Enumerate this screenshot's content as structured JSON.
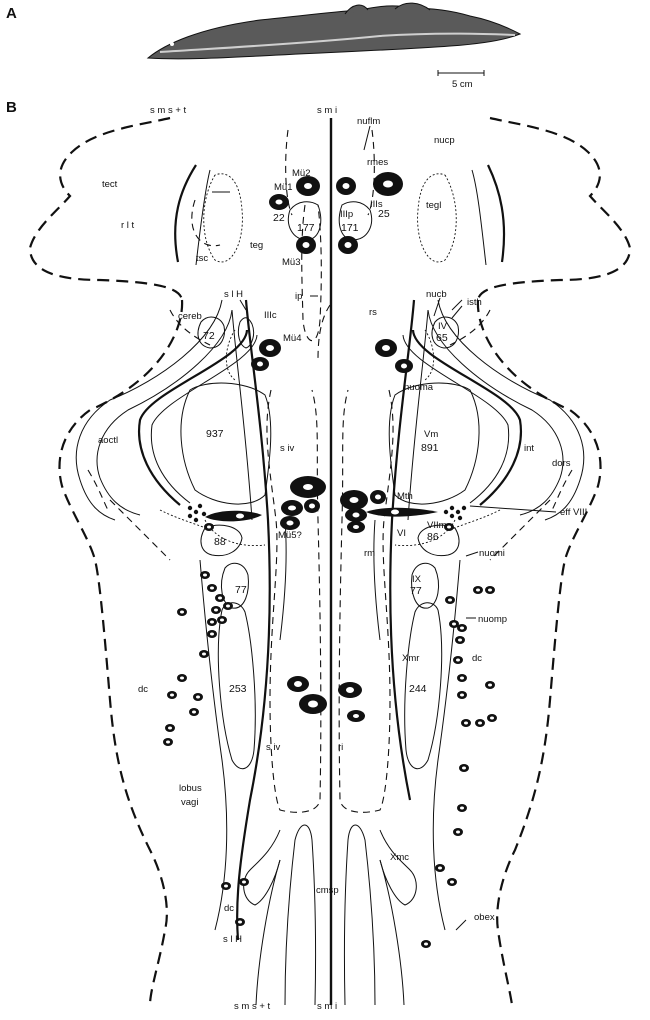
{
  "panels": {
    "a": "A",
    "b": "B"
  },
  "scale_bar": "5 cm",
  "labels": {
    "sms_t": "s m s + t",
    "smi": "s m i",
    "nuflm": "nuflm",
    "nucp": "nucp",
    "tect": "tect",
    "rlt": "r l t",
    "tsc": "tsc",
    "teg": "teg",
    "tegl": "tegl",
    "mu2": "Mü2",
    "mu1": "Mü1",
    "mu3": "Mü3",
    "mu4": "Mü4",
    "mu5": "Mü5?",
    "rmes": "rmes",
    "iiis": "IIIs",
    "iiip": "IIIp",
    "iiic": "IIIc",
    "ip": "ip",
    "slh": "s l H",
    "cereb": "cereb",
    "rs": "rs",
    "nucb": "nucb",
    "isth": "isth",
    "iv": "IV",
    "nuoma": "nuoma",
    "aoctl": "aoctl",
    "siv": "s iv",
    "vm": "Vm",
    "int": "int",
    "dors": "dors",
    "mth": "Mth",
    "effviii": "eff VIII",
    "viim": "VIIm",
    "vi": "VI",
    "rm": "rm",
    "nuomi": "nuomi",
    "ix": "IX",
    "nuomp": "nuomp",
    "dc": "dc",
    "xmr": "Xmr",
    "ri": "ri",
    "lobus": "lobus",
    "vagi": "vagi",
    "xmc": "Xmc",
    "cmsp": "cmsp",
    "obex": "obex"
  },
  "counts": {
    "mu1": "22",
    "iiis": "25",
    "mu3": "177",
    "iiip": "171",
    "cereb": "72",
    "iv": "65",
    "vm_left": "937",
    "vm_right": "891",
    "viim_left": "88",
    "viim_right": "86",
    "ix_left": "77",
    "ix_right": "77",
    "x_left": "253",
    "x_right": "244"
  }
}
